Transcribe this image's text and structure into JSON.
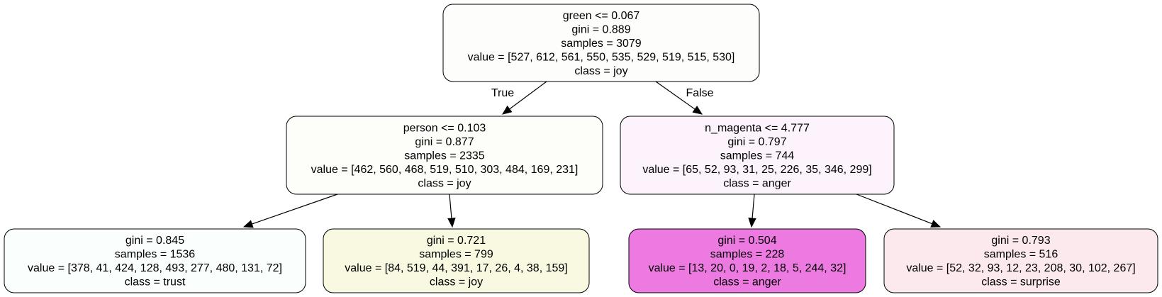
{
  "tree": {
    "nodes": [
      {
        "id": "root",
        "fill": "#fdfdfb",
        "lines": [
          "green <= 0.067",
          "gini = 0.889",
          "samples = 3079",
          "value = [527, 612, 561, 550, 535, 529, 519, 515, 530]",
          "class = joy"
        ]
      },
      {
        "id": "n1",
        "fill": "#fdfdf9",
        "lines": [
          "person <= 0.103",
          "gini = 0.877",
          "samples = 2335",
          "value = [462, 560, 468, 519, 510, 303, 484, 169, 231]",
          "class = joy"
        ]
      },
      {
        "id": "n2",
        "fill": "#fdf3fc",
        "lines": [
          "n_magenta <= 4.777",
          "gini = 0.797",
          "samples = 744",
          "value = [65, 52, 93, 31, 25, 226, 35, 346, 299]",
          "class = anger"
        ]
      },
      {
        "id": "n3",
        "fill": "#fafffd",
        "lines": [
          "gini = 0.845",
          "samples = 1536",
          "value = [378, 41, 424, 128, 493, 277, 480, 131, 72]",
          "class = trust"
        ]
      },
      {
        "id": "n4",
        "fill": "#f8f9e0",
        "lines": [
          "gini = 0.721",
          "samples = 799",
          "value = [84, 519, 44, 391, 17, 26, 4, 38, 159]",
          "class = joy"
        ]
      },
      {
        "id": "n5",
        "fill": "#ec7ae1",
        "lines": [
          "gini = 0.504",
          "samples = 228",
          "value = [13, 20, 0, 19, 2, 18, 5, 244, 32]",
          "class = anger"
        ]
      },
      {
        "id": "n6",
        "fill": "#fce9ee",
        "lines": [
          "gini = 0.793",
          "samples = 516",
          "value = [52, 32, 93, 12, 23, 208, 30, 102, 267]",
          "class = surprise"
        ]
      }
    ],
    "edges": [
      {
        "from": "root",
        "to": "n1",
        "label": "True"
      },
      {
        "from": "root",
        "to": "n2",
        "label": "False"
      },
      {
        "from": "n1",
        "to": "n3",
        "label": ""
      },
      {
        "from": "n1",
        "to": "n4",
        "label": ""
      },
      {
        "from": "n2",
        "to": "n5",
        "label": ""
      },
      {
        "from": "n2",
        "to": "n6",
        "label": ""
      }
    ]
  }
}
